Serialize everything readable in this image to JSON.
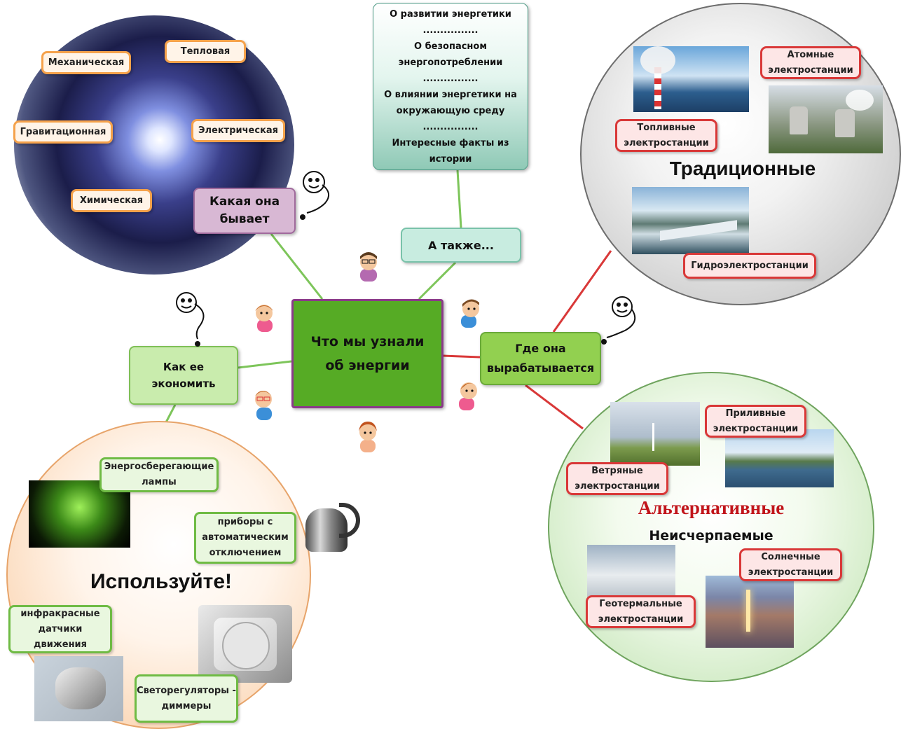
{
  "center": {
    "label": "Что мы узнали об энергии"
  },
  "branches": {
    "kind": "Какая она бывает",
    "also": "А также...",
    "where": "Где она вырабатывается",
    "save": "Как ее экономить"
  },
  "energy_types": [
    "Механическая",
    "Тепловая",
    "Гравитационная",
    "Электрическая",
    "Химическая"
  ],
  "topics": [
    "О развитии энергетики",
    "................",
    "О безопасном энергопотреблении",
    "................",
    "О влиянии энергетики на окружающую среду",
    "................",
    "Интересные факты из истории"
  ],
  "traditional": {
    "title": "Традиционные",
    "items": [
      "Атомные электростанции",
      "Топливные электростанции",
      "Гидроэлектростанции"
    ]
  },
  "alternative": {
    "title": "Альтернативные",
    "subtitle": "Неисчерпаемые",
    "items": [
      "Приливные электростанции",
      "Ветряные электростанции",
      "Солнечные электростанции",
      "Геотермальные электростанции"
    ]
  },
  "use": {
    "title": "Используйте!",
    "items": [
      "Энергосберегающие лампы",
      "приборы с автоматическим отключением",
      "инфракрасные датчики движения",
      "Светорегуляторы - диммеры"
    ]
  },
  "colors": {
    "center": "#56ab25",
    "connector_green": "#7dc55a",
    "connector_red": "#d93838",
    "alt_title": "#c1141a"
  }
}
